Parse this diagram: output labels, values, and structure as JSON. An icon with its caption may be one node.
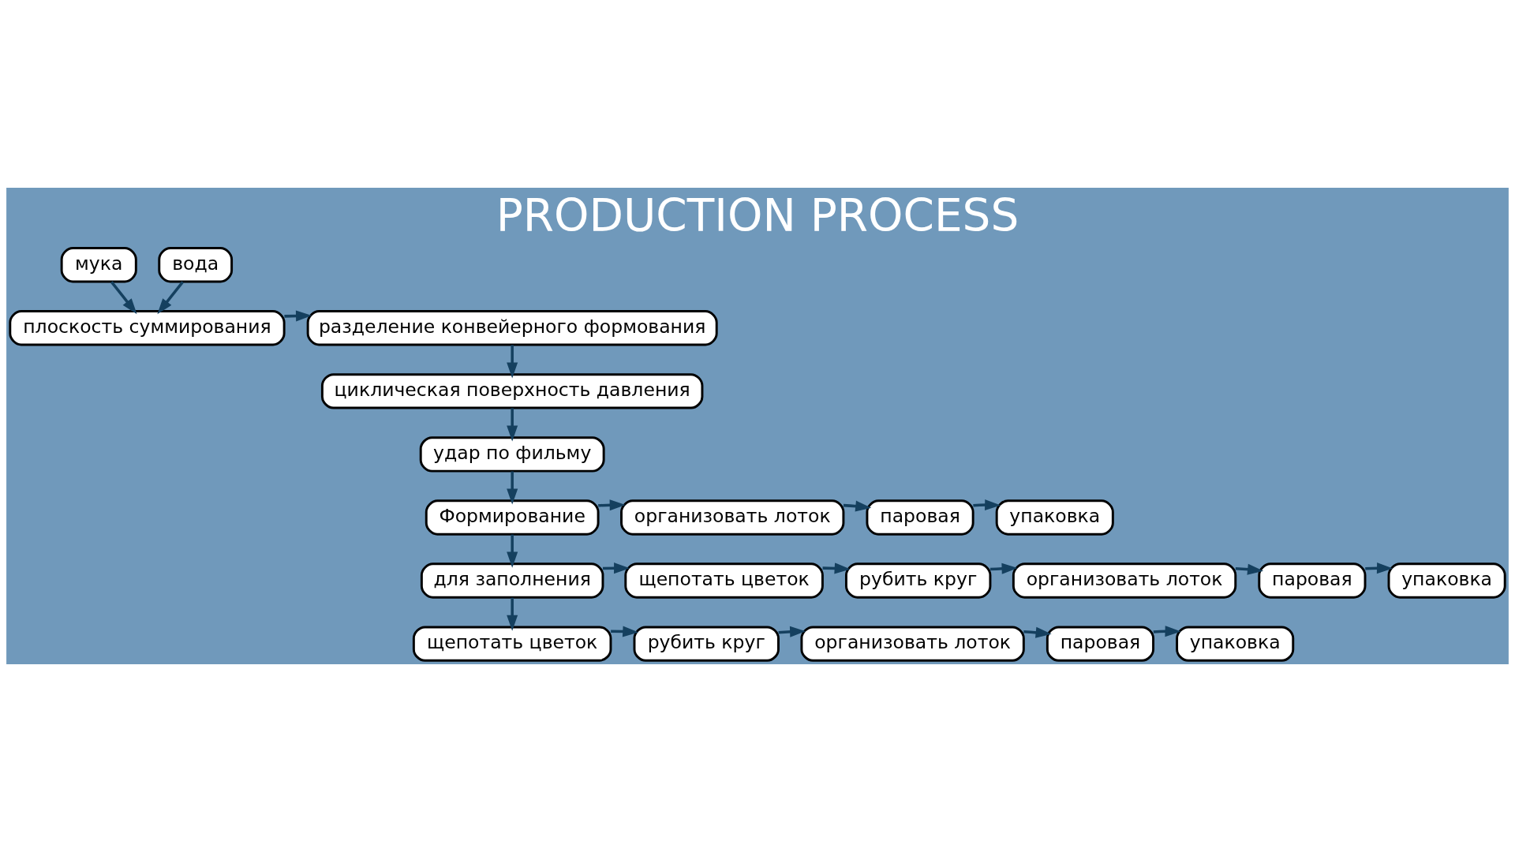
{
  "diagram": {
    "title": "PRODUCTION PROCESS",
    "nodes": [
      {
        "text": [
          "плоскость суммирования"
        ]
      },
      {
        "text": [
          "мука"
        ]
      },
      {
        "text": [
          "вода"
        ]
      },
      {
        "text": [
          "разделение конвейерного формования"
        ]
      },
      {
        "text": [
          "циклическая поверхность давления"
        ]
      },
      {
        "text": [
          "удар по фильму"
        ]
      },
      {
        "text": [
          "упаковка"
        ]
      },
      {
        "text": [
          "паровая"
        ]
      },
      {
        "text": [
          "организовать лоток"
        ]
      },
      {
        "text": [
          "Формирование"
        ]
      },
      {
        "text": [
          "упаковка"
        ]
      },
      {
        "text": [
          "паровая"
        ]
      },
      {
        "text": [
          "организовать лоток"
        ]
      },
      {
        "text": [
          "рубить круг"
        ]
      },
      {
        "text": [
          "щепотать цветок"
        ]
      },
      {
        "text": [
          "для заполнения"
        ]
      },
      {
        "text": [
          "упаковка"
        ]
      },
      {
        "text": [
          "паровая"
        ]
      },
      {
        "text": [
          "организовать лоток"
        ]
      },
      {
        "text": [
          "рубить круг"
        ]
      },
      {
        "text": [
          "щепотать цветок"
        ]
      }
    ],
    "edges": [
      {
        "from": 1,
        "to": 0,
        "arrow": "to"
      },
      {
        "from": 2,
        "to": 0,
        "arrow": "to"
      },
      {
        "from": 0,
        "to": 3,
        "arrow": "to"
      },
      {
        "from": 3,
        "to": 4,
        "arrow": "to"
      },
      {
        "from": 4,
        "to": 5,
        "arrow": "to"
      },
      {
        "from": 5,
        "to": 9,
        "arrow": "to"
      },
      {
        "from": 9,
        "to": 8,
        "arrow": "to"
      },
      {
        "from": 8,
        "to": 7,
        "arrow": "to"
      },
      {
        "from": 7,
        "to": 6,
        "arrow": "to"
      },
      {
        "from": 9,
        "to": 15,
        "arrow": "to"
      },
      {
        "from": 15,
        "to": 14,
        "arrow": "to"
      },
      {
        "from": 14,
        "to": 13,
        "arrow": "to"
      },
      {
        "from": 13,
        "to": 12,
        "arrow": "to"
      },
      {
        "from": 12,
        "to": 11,
        "arrow": "to"
      },
      {
        "from": 11,
        "to": 10,
        "arrow": "to"
      },
      {
        "from": 15,
        "to": 20,
        "arrow": "to"
      },
      {
        "from": 20,
        "to": 19,
        "arrow": "to"
      },
      {
        "from": 19,
        "to": 18,
        "arrow": "to"
      },
      {
        "from": 18,
        "to": 17,
        "arrow": "to"
      },
      {
        "from": 17,
        "to": 16,
        "arrow": "to"
      }
    ]
  }
}
